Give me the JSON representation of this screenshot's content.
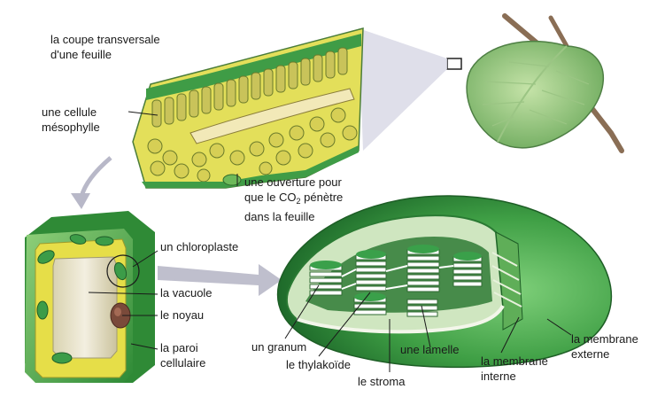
{
  "labels": {
    "leaf_section_line1": "la coupe transversale",
    "leaf_section_line2": "d'une feuille",
    "mesophyll_line1": "une cellule",
    "mesophyll_line2": "mésophylle",
    "stoma_line1": "une ouverture pour",
    "stoma_line2_a": "que le CO",
    "stoma_line2_sub": "2",
    "stoma_line2_b": " pénètre",
    "stoma_line3": "dans la feuille",
    "chloroplast": "un chloroplaste",
    "vacuole": "la vacuole",
    "nucleus": "le noyau",
    "cell_wall_line1": "la paroi",
    "cell_wall_line2": "cellulaire",
    "granum": "un granum",
    "thylakoid": "le thylakoïde",
    "stroma": "le stroma",
    "lamella": "une lamelle",
    "inner_membrane_line1": "la membrane",
    "inner_membrane_line2": "interne",
    "outer_membrane_line1": "la membrane",
    "outer_membrane_line2": "externe"
  },
  "colors": {
    "leaf_green": "#7fbf6a",
    "dark_green": "#2f8a3a",
    "mesophyll_yellow": "#d9d35a",
    "cell_wall_yellow": "#e8e04a",
    "chloroplast_green": "#3aa04a",
    "arrow_gray": "#b8b8c8"
  }
}
